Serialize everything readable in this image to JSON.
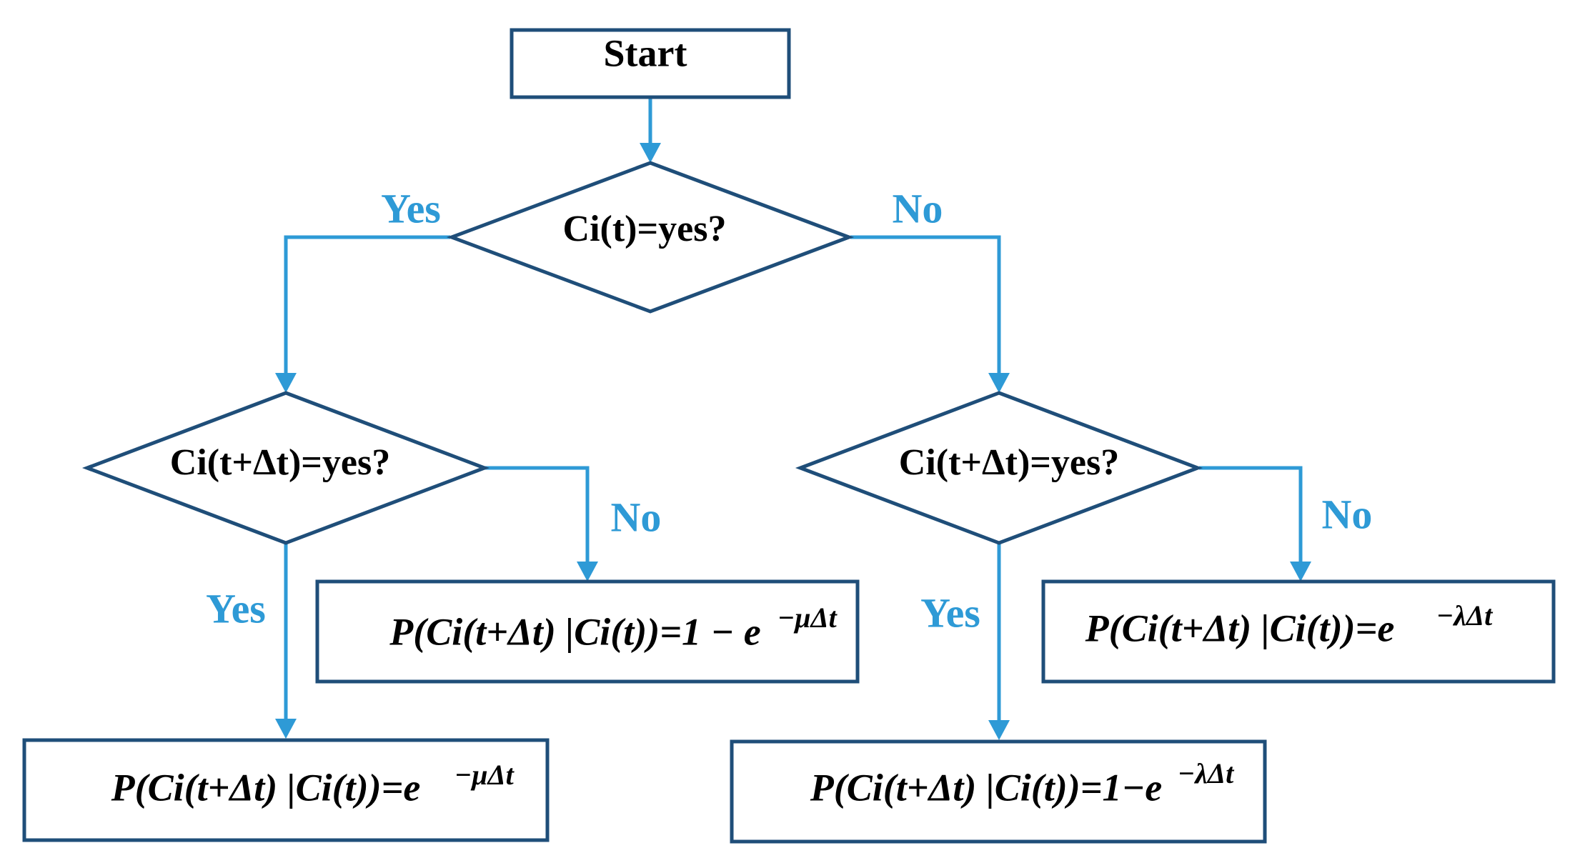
{
  "nodes": {
    "start": "Start",
    "decision_top": "Ci(t)=yes?",
    "decision_left": "Ci(t+Δt)=yes?",
    "decision_right": "Ci(t+Δt)=yes?",
    "result_left_yes": {
      "main": "P(Ci(t+Δt) |Ci(t))=e",
      "exp": "−μΔt"
    },
    "result_left_no": {
      "main": "P(Ci(t+Δt) |Ci(t))=1 − e",
      "exp": "−μΔt"
    },
    "result_right_yes": {
      "main": "P(Ci(t+Δt) |Ci(t))=1−e",
      "exp": "−λΔt"
    },
    "result_right_no": {
      "main": "P(Ci(t+Δt) |Ci(t))=e",
      "exp": "−λΔt"
    }
  },
  "edge_labels": {
    "top_yes": "Yes",
    "top_no": "No",
    "left_yes": "Yes",
    "left_no": "No",
    "right_yes": "Yes",
    "right_no": "No"
  },
  "colors": {
    "node_border": "#1f4e79",
    "connector": "#2e9ad6",
    "label": "#2e9ad6"
  }
}
